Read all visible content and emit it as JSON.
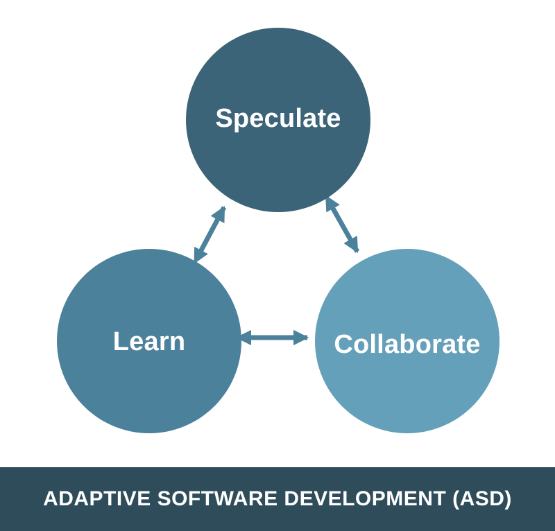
{
  "diagram": {
    "nodes": [
      {
        "id": "speculate",
        "label": "Speculate",
        "color": "#3c6478"
      },
      {
        "id": "learn",
        "label": "Learn",
        "color": "#4b819b"
      },
      {
        "id": "collaborate",
        "label": "Collaborate",
        "color": "#64a0b9"
      }
    ],
    "edges": [
      {
        "from": "learn",
        "to": "speculate",
        "direction": "bidirectional"
      },
      {
        "from": "speculate",
        "to": "collaborate",
        "direction": "bidirectional"
      },
      {
        "from": "learn",
        "to": "collaborate",
        "direction": "bidirectional"
      }
    ],
    "arrow_color": "#4b819b"
  },
  "footer": {
    "title": "ADAPTIVE SOFTWARE DEVELOPMENT (ASD)",
    "background": "#2e4c5a"
  }
}
